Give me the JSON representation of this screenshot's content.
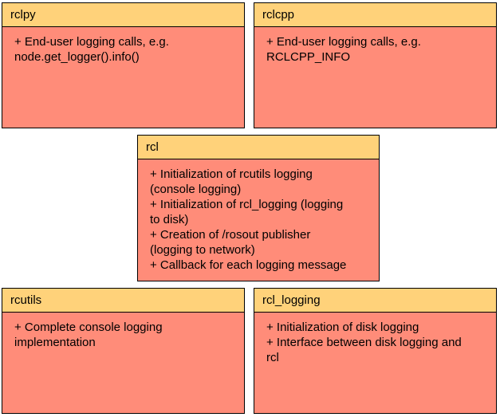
{
  "boxes": {
    "rclpy": {
      "title": "rclpy",
      "lines": [
        "+ End-user logging calls, e.g.",
        "node.get_logger().info()"
      ]
    },
    "rclcpp": {
      "title": "rclcpp",
      "lines": [
        "+ End-user logging calls, e.g.",
        "RCLCPP_INFO"
      ]
    },
    "rcl": {
      "title": "rcl",
      "lines": [
        "+ Initialization of rcutils logging",
        "(console logging)",
        "+ Initialization of rcl_logging (logging",
        "to disk)",
        "+ Creation of /rosout publisher",
        "(logging to network)",
        "+ Callback for each logging message"
      ]
    },
    "rcutils": {
      "title": "rcutils",
      "lines": [
        "+ Complete console logging",
        "implementation"
      ]
    },
    "rcl_logging": {
      "title": "rcl_logging",
      "lines": [
        "+ Initialization of disk logging",
        "+ Interface between disk logging and",
        "rcl"
      ]
    }
  },
  "colors": {
    "header": "#ffd27a",
    "body": "#ff8c79",
    "border": "#000000"
  }
}
